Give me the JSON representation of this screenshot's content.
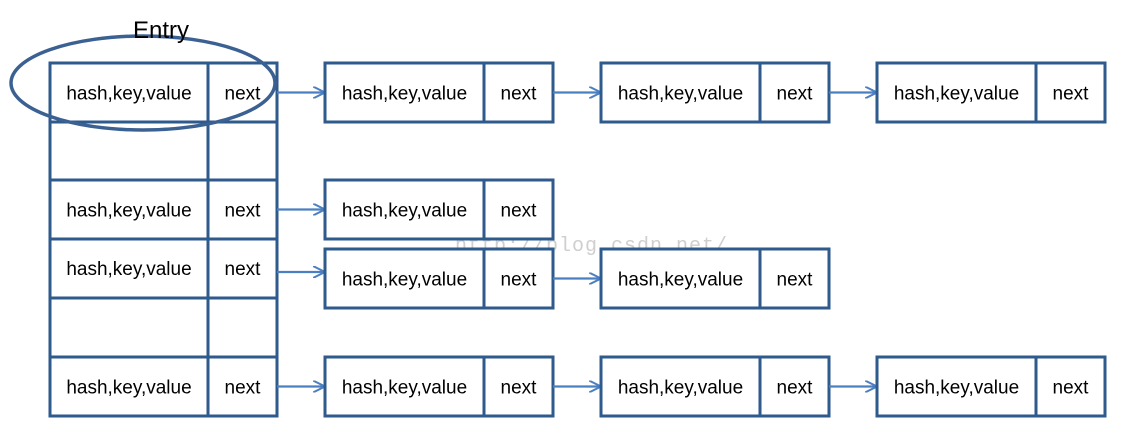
{
  "title": "Entry",
  "watermark": "http://blog.csdn.net/",
  "labels": {
    "entry": "hash,key,value",
    "next": "next"
  },
  "buckets": [
    {
      "occupied": true,
      "chain_length": 3
    },
    {
      "occupied": false,
      "chain_length": 0
    },
    {
      "occupied": true,
      "chain_length": 1
    },
    {
      "occupied": true,
      "chain_length": 2
    },
    {
      "occupied": false,
      "chain_length": 0
    },
    {
      "occupied": true,
      "chain_length": 3
    }
  ],
  "colors": {
    "box_stroke": "#2e5a8c",
    "ellipse_stroke": "#3b6192",
    "arrow": "#4a7fc1",
    "text": "#000000",
    "watermark": "#cfcfcf"
  }
}
